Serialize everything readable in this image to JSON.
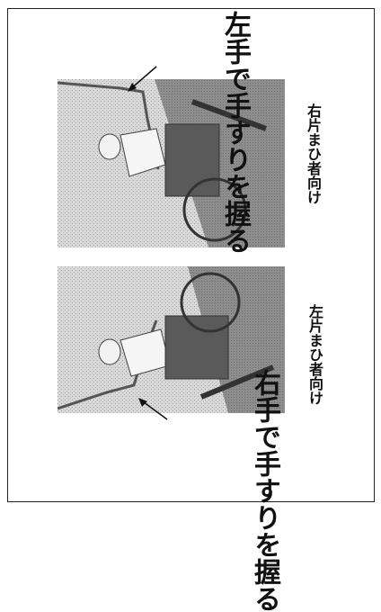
{
  "panels": [
    {
      "caption": "右片まひ者向け",
      "callout_lines": [
        "左手で",
        "手すりを",
        "握る"
      ]
    },
    {
      "caption": "左片まひ者向け",
      "callout_lines": [
        "右手で",
        "手すりを",
        "握る"
      ]
    }
  ]
}
